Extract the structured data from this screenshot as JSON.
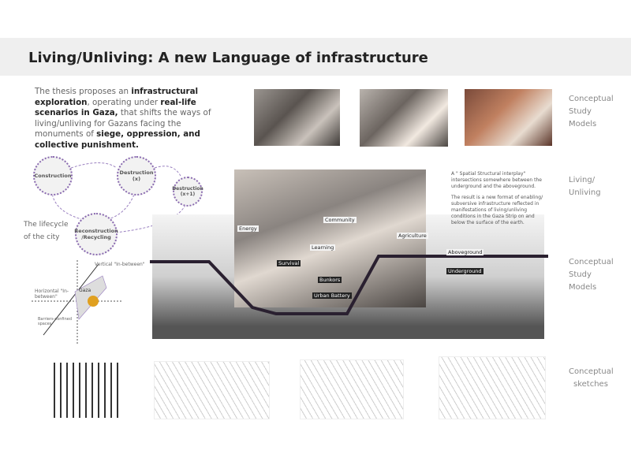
{
  "title": "Living/Unliving: A new Language of infrastructure",
  "intro": {
    "p1": "The thesis proposes an ",
    "b1": "infrastructural exploration",
    "p2": ", operating under ",
    "b2": "real-life scenarios in Gaza,",
    "p3": " that shifts the ways of living/unliving for Gazans facing the monuments of ",
    "b3": "siege, oppression, and collective punishment."
  },
  "side_labels": {
    "top": [
      "Conceptual",
      "Study",
      "Models"
    ],
    "living": [
      "Living/",
      "Unliving"
    ],
    "middle": [
      "Conceptual",
      "Study",
      "Models"
    ],
    "sketches": [
      "Conceptual",
      "sketches"
    ]
  },
  "lifecycle": {
    "construction": "Construction",
    "destruction_x": "Destruction (x)",
    "destruction_x1": "Destruction (x+1)",
    "reconstruction": "Reconstruction /Recycling",
    "label": [
      "The lifecycle",
      "of the city"
    ]
  },
  "gaza_diagram": {
    "vertical": "Vertical \"In-between\"",
    "horizontal": "Horizontal \"In-between\"",
    "gaza": "Gaza",
    "barriers": "Barriers-confined spaces"
  },
  "note": {
    "p1": "A \" Spatial Structural interplay\" intersections somewhere between the underground and the aboveground.",
    "p2": "The result is a new format of enabling/ subversive infrastructure reflected in manifestations of living/unliving conditions in the Gaza Strip on and below the surface of the earth."
  },
  "section_labels": {
    "energy": "Energy",
    "community": "Community",
    "agriculture": "Agriculture",
    "learning": "Learning",
    "survival": "Survival",
    "bunkers": "Bunkors",
    "urban_battery": "Urban Battery",
    "aboveground": "Aboveground",
    "underground": "Underground"
  }
}
